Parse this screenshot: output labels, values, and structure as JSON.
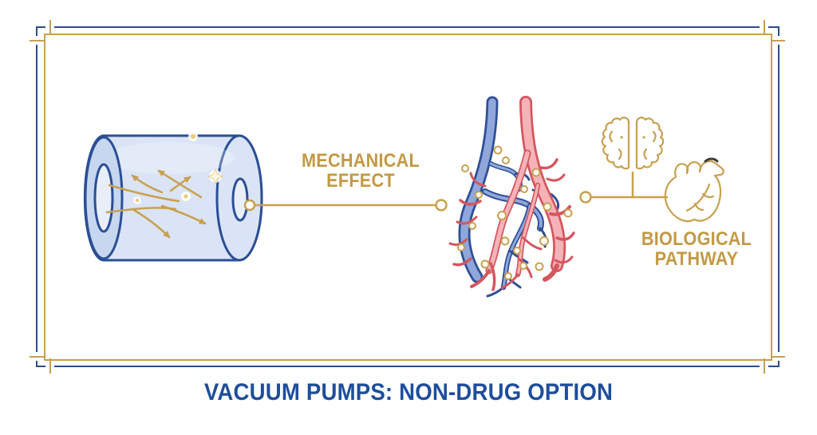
{
  "title": {
    "text": "VACUUM PUMPS: NON-DRUG OPTION"
  },
  "labels": {
    "mechanical": {
      "line1": "MECHANICAL",
      "line2": "EFFECT"
    },
    "biological": {
      "line1": "BIOLOGICAL",
      "line2": "PATHWAY"
    }
  },
  "icons": {
    "cylinder": "vacuum-pump-tube-icon",
    "airflow": "gold-flow-arrows-icon",
    "vessels": "blood-vessels-icon",
    "brain": "brain-icon",
    "heart": "anatomical-heart-icon",
    "sparkles": "sparkle-icon",
    "particles": "gold-particle-ring-icon"
  },
  "colors": {
    "gold": "#C9A04F",
    "gold-text": "#C39944",
    "navy": "#2C4E86",
    "title-blue": "#1E4E9B",
    "tube-fill": "#DAE4F6",
    "tube-face": "#C7D7F0",
    "tube-stroke": "#2B4F95",
    "vein-dark": "#2E4F96",
    "vein-light": "#8FA7DB",
    "artery-dark": "#D4565F",
    "artery-light": "#F5B3B8",
    "sparkle": "#EFCB74",
    "heart-accent": "#3B3B3B"
  }
}
